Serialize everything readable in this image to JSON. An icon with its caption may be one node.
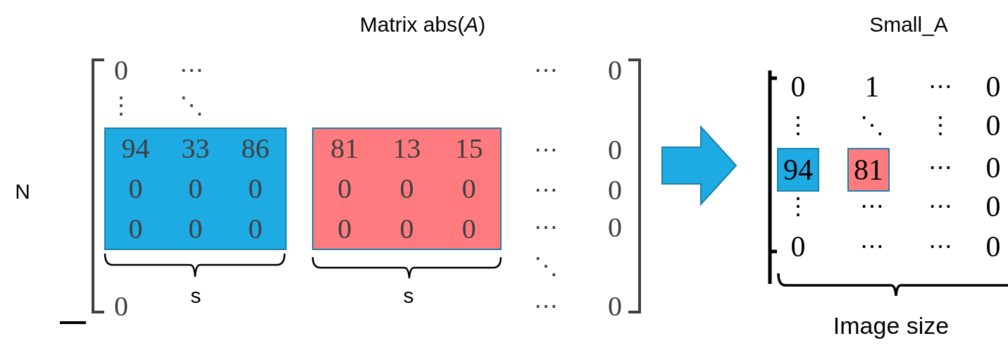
{
  "diagram": {
    "nodes": [
      {
        "text": [
          "Matrix abs(*A*)"
        ]
      },
      {
        "text": [
          "94",
          "33",
          "86",
          "0",
          "0",
          "0",
          "0",
          "0",
          "0"
        ],
        "in": 0
      },
      {
        "text": [
          "81",
          "13",
          "15",
          "0",
          "0",
          "0",
          "0",
          "0",
          "0"
        ],
        "in": 0
      },
      {
        "text": [
          "Small_A"
        ]
      },
      {
        "text": [
          "94"
        ],
        "in": 3
      },
      {
        "text": [
          "81"
        ],
        "in": 3
      }
    ],
    "edges": [
      {
        "from": 0,
        "to": 3,
        "arrow": "to",
        "style": "thick"
      }
    ],
    "labels": [
      "0",
      "⋯",
      "⋯",
      "0",
      "⋮",
      "⋱",
      "⋯",
      "0",
      "⋯",
      "0",
      "⋯",
      "0",
      "⋱",
      "0",
      "⋯",
      "0",
      "N",
      "s",
      "s",
      "0",
      "1",
      "⋯",
      "0",
      "⋮",
      "⋱",
      "⋮",
      "0",
      "⋯",
      "0",
      "⋮",
      "⋯",
      "⋯",
      "0",
      "0",
      "⋯",
      "⋯",
      "0",
      "Image size"
    ]
  }
}
